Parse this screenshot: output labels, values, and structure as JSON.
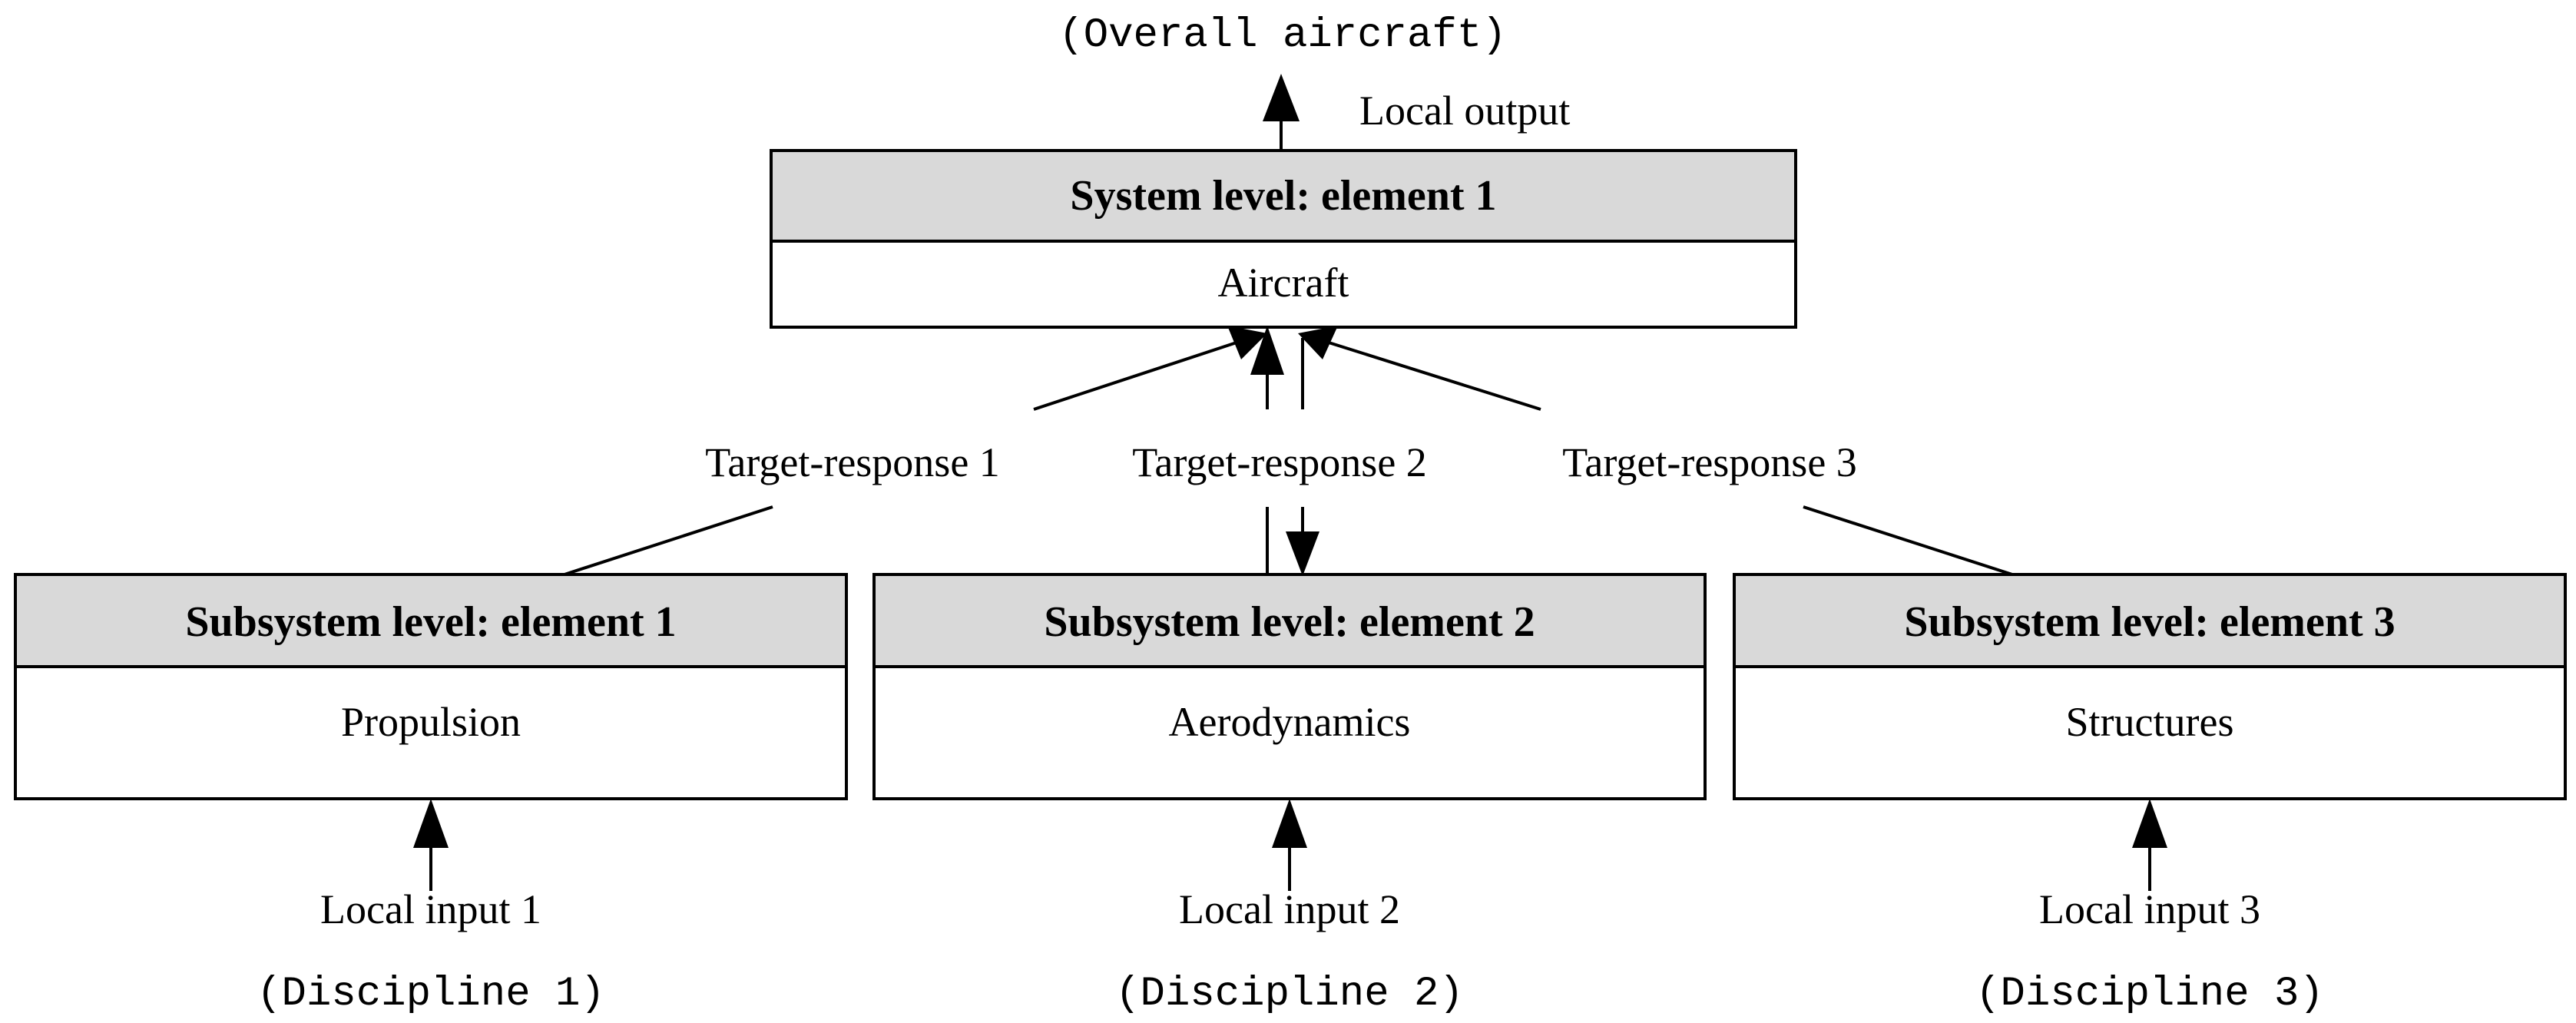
{
  "top_label": "(Overall aircraft)",
  "local_output": "Local output",
  "system": {
    "title": "System level: element 1",
    "body": "Aircraft"
  },
  "target_responses": [
    "Target-response 1",
    "Target-response 2",
    "Target-response 3"
  ],
  "subsystems": [
    {
      "title": "Subsystem level: element 1",
      "body": "Propulsion",
      "input": "Local input 1",
      "discipline": "(Discipline 1)"
    },
    {
      "title": "Subsystem level: element 2",
      "body": "Aerodynamics",
      "input": "Local input 2",
      "discipline": "(Discipline 2)"
    },
    {
      "title": "Subsystem level: element 3",
      "body": "Structures",
      "input": "Local input 3",
      "discipline": "(Discipline 3)"
    }
  ]
}
